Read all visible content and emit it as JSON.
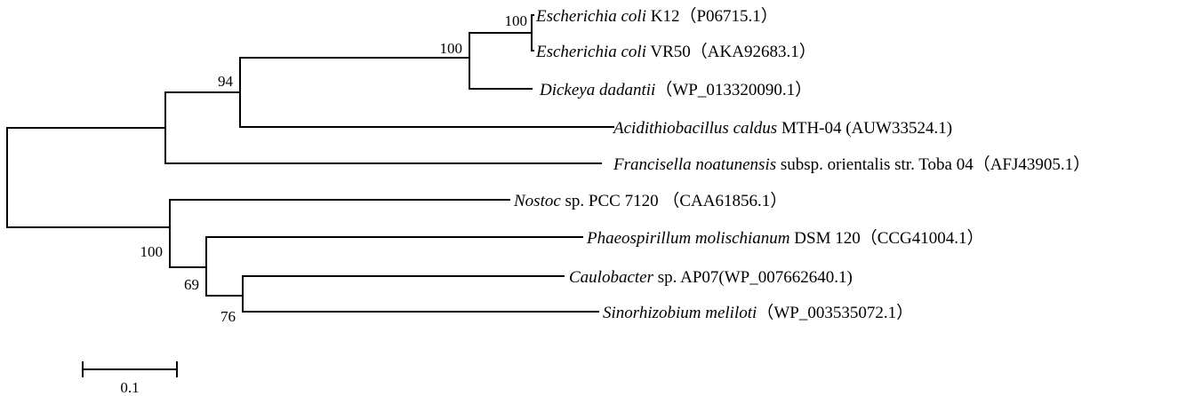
{
  "taxa": [
    {
      "italic": "Escherichia coli",
      "rest": " K12（P06715.1）"
    },
    {
      "italic": "Escherichia coli",
      "rest": " VR50（AKA92683.1）"
    },
    {
      "italic": "Dickeya dadantii",
      "rest": "（WP_013320090.1）"
    },
    {
      "italic": "Acidithiobacillus caldus",
      "rest": " MTH-04 (AUW33524.1)"
    },
    {
      "italic": "Francisella noatunensis",
      "rest": " subsp. orientalis str. Toba 04（AFJ43905.1）"
    },
    {
      "italic": "Nostoc",
      "rest": " sp. PCC 7120 （CAA61856.1）"
    },
    {
      "italic": "Phaeospirillum molischianum",
      "rest": " DSM 120（CCG41004.1）"
    },
    {
      "italic": "Caulobacter",
      "rest": " sp. AP07(WP_007662640.1)"
    },
    {
      "italic": "Sinorhizobium meliloti",
      "rest": "（WP_003535072.1）"
    }
  ],
  "bootstrap": [
    "100",
    "100",
    "94",
    "100",
    "69",
    "76"
  ],
  "scale_bar": {
    "label": "0.1"
  }
}
